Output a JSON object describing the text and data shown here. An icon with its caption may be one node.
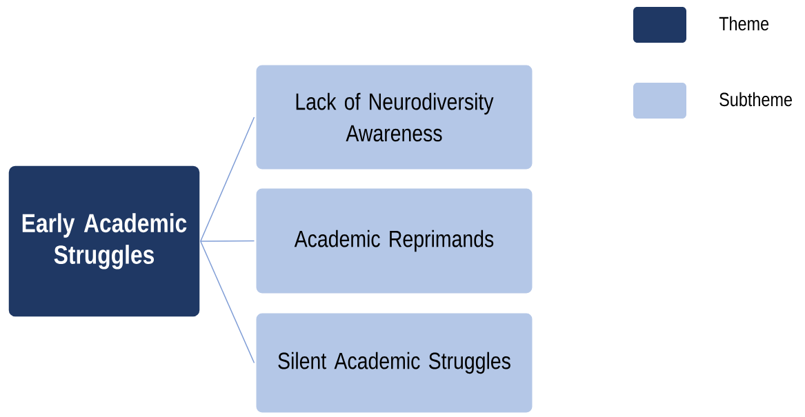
{
  "diagram": {
    "nodes": [
      {
        "text": [
          "Early Academic Struggles"
        ]
      },
      {
        "text": [
          "Lack of Neurodiversity Awareness"
        ]
      },
      {
        "text": [
          "Academic Reprimands"
        ]
      },
      {
        "text": [
          "Silent Academic Struggles"
        ]
      }
    ],
    "edges": [
      {
        "from": 0,
        "to": 1,
        "arrow": "none"
      },
      {
        "from": 0,
        "to": 2,
        "arrow": "none"
      },
      {
        "from": 0,
        "to": 3,
        "arrow": "none"
      }
    ],
    "legend": [
      {
        "text": "Theme",
        "color": "#1f3864"
      },
      {
        "text": "Subtheme",
        "color": "#b4c7e7"
      }
    ]
  }
}
